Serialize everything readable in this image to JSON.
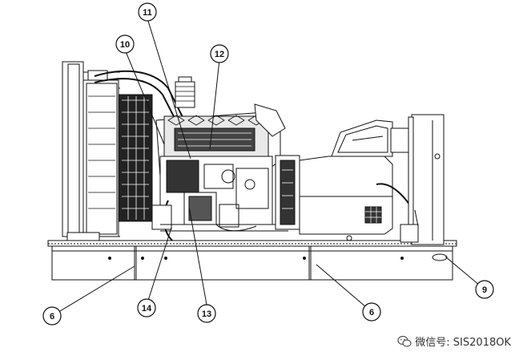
{
  "callouts": [
    {
      "id": "c6a",
      "label": "6"
    },
    {
      "id": "c6b",
      "label": "6"
    },
    {
      "id": "c9",
      "label": "9"
    },
    {
      "id": "c10",
      "label": "10"
    },
    {
      "id": "c11",
      "label": "11"
    },
    {
      "id": "c12",
      "label": "12"
    },
    {
      "id": "c13",
      "label": "13"
    },
    {
      "id": "c14",
      "label": "14"
    }
  ],
  "watermark": {
    "icon": "wechat-icon",
    "text": "微信号: SIS2018OK"
  }
}
